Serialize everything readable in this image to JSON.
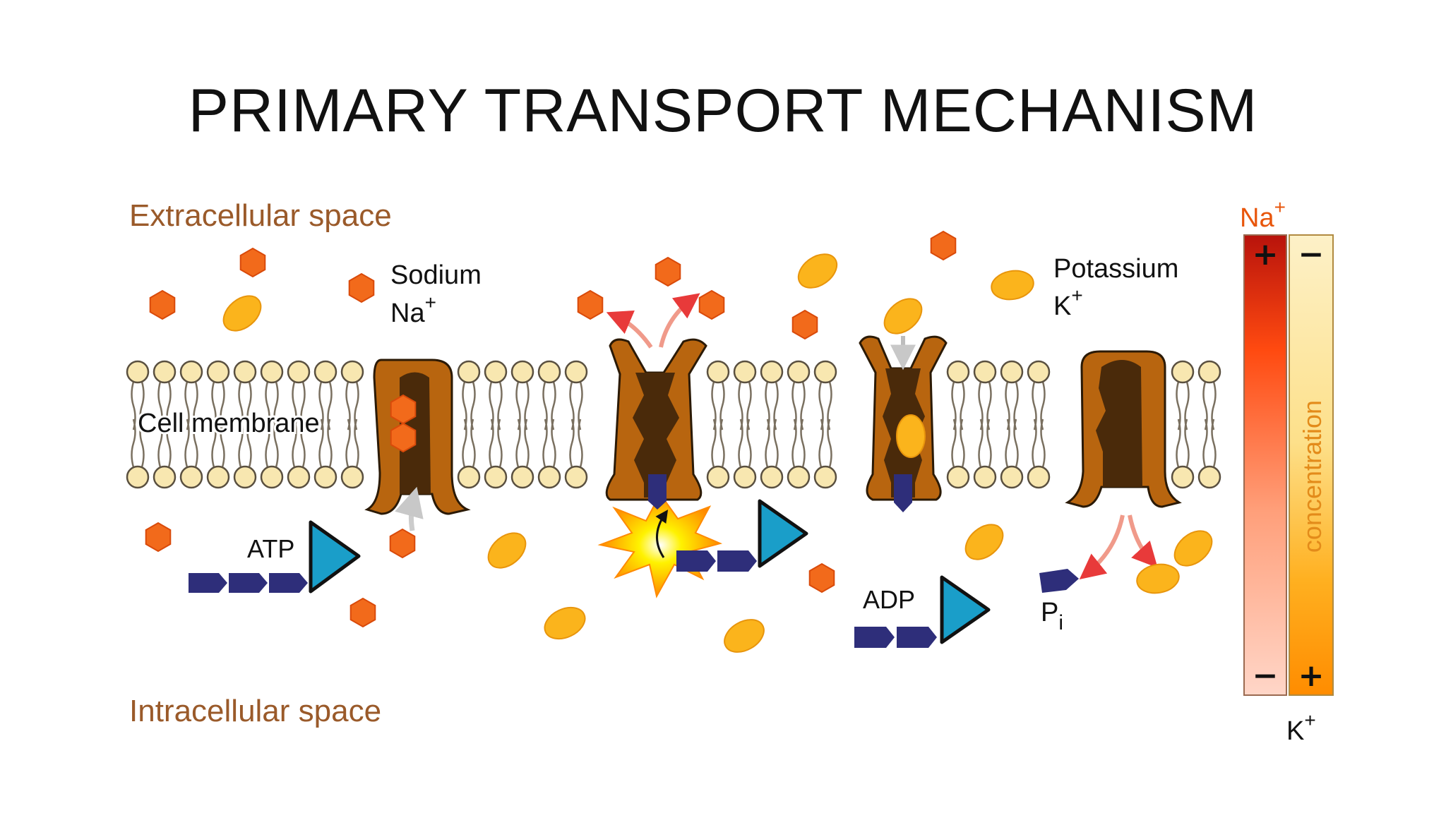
{
  "title": "PRIMARY TRANSPORT MECHANISM",
  "labels": {
    "extracellular": "Extracellular space",
    "intracellular": "Intracellular space",
    "cell_membrane": "Cell membrane",
    "sodium": "Sodium",
    "sodium_symbol": "Na",
    "potassium": "Potassium",
    "potassium_symbol": "K",
    "charge_plus": "+",
    "atp": "ATP",
    "adp": "ADP",
    "phosphate": "P",
    "phosphate_subscript": "i",
    "concentration": "concentration",
    "bar_sodium_symbol": "Na",
    "bar_potassium_symbol": "K",
    "bar_plus": "+",
    "bar_minus": "−"
  },
  "colors": {
    "sodium_ion": "#f26a1b",
    "potassium_ion": "#fbb41c",
    "protein": "#b8650f",
    "channel": "#4a2a0a",
    "lipid_head": "#f8e7b0",
    "atp_body": "#2e2e7a",
    "atp_triangle": "#1a9ec9",
    "label_brown": "#9a5a2a",
    "arrow_red": "#e83a3a"
  }
}
